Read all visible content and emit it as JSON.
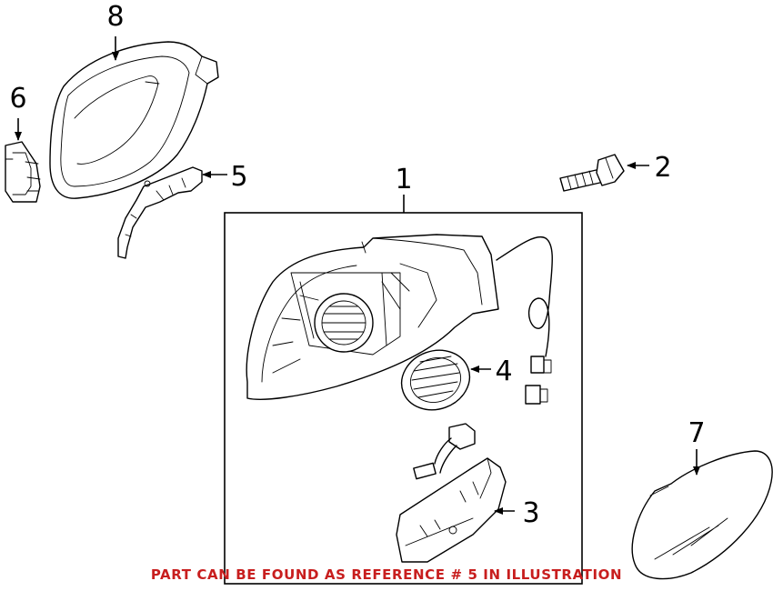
{
  "callouts": {
    "c1": "1",
    "c2": "2",
    "c3": "3",
    "c4": "4",
    "c5": "5",
    "c6": "6",
    "c7": "7",
    "c8": "8"
  },
  "parts": {
    "p1": "mirror-assembly",
    "p2": "bolt",
    "p3": "lower-cover",
    "p4": "motor-actuator",
    "p5": "turn-signal-bracket",
    "p6": "side-lamp",
    "p7": "mirror-glass",
    "p8": "mirror-housing-cover"
  },
  "footer_note": "PART CAN BE FOUND AS REFERENCE # 5 IN ILLUSTRATION",
  "colors": {
    "note": "#c81e1e",
    "line": "#000000",
    "background": "#ffffff"
  }
}
